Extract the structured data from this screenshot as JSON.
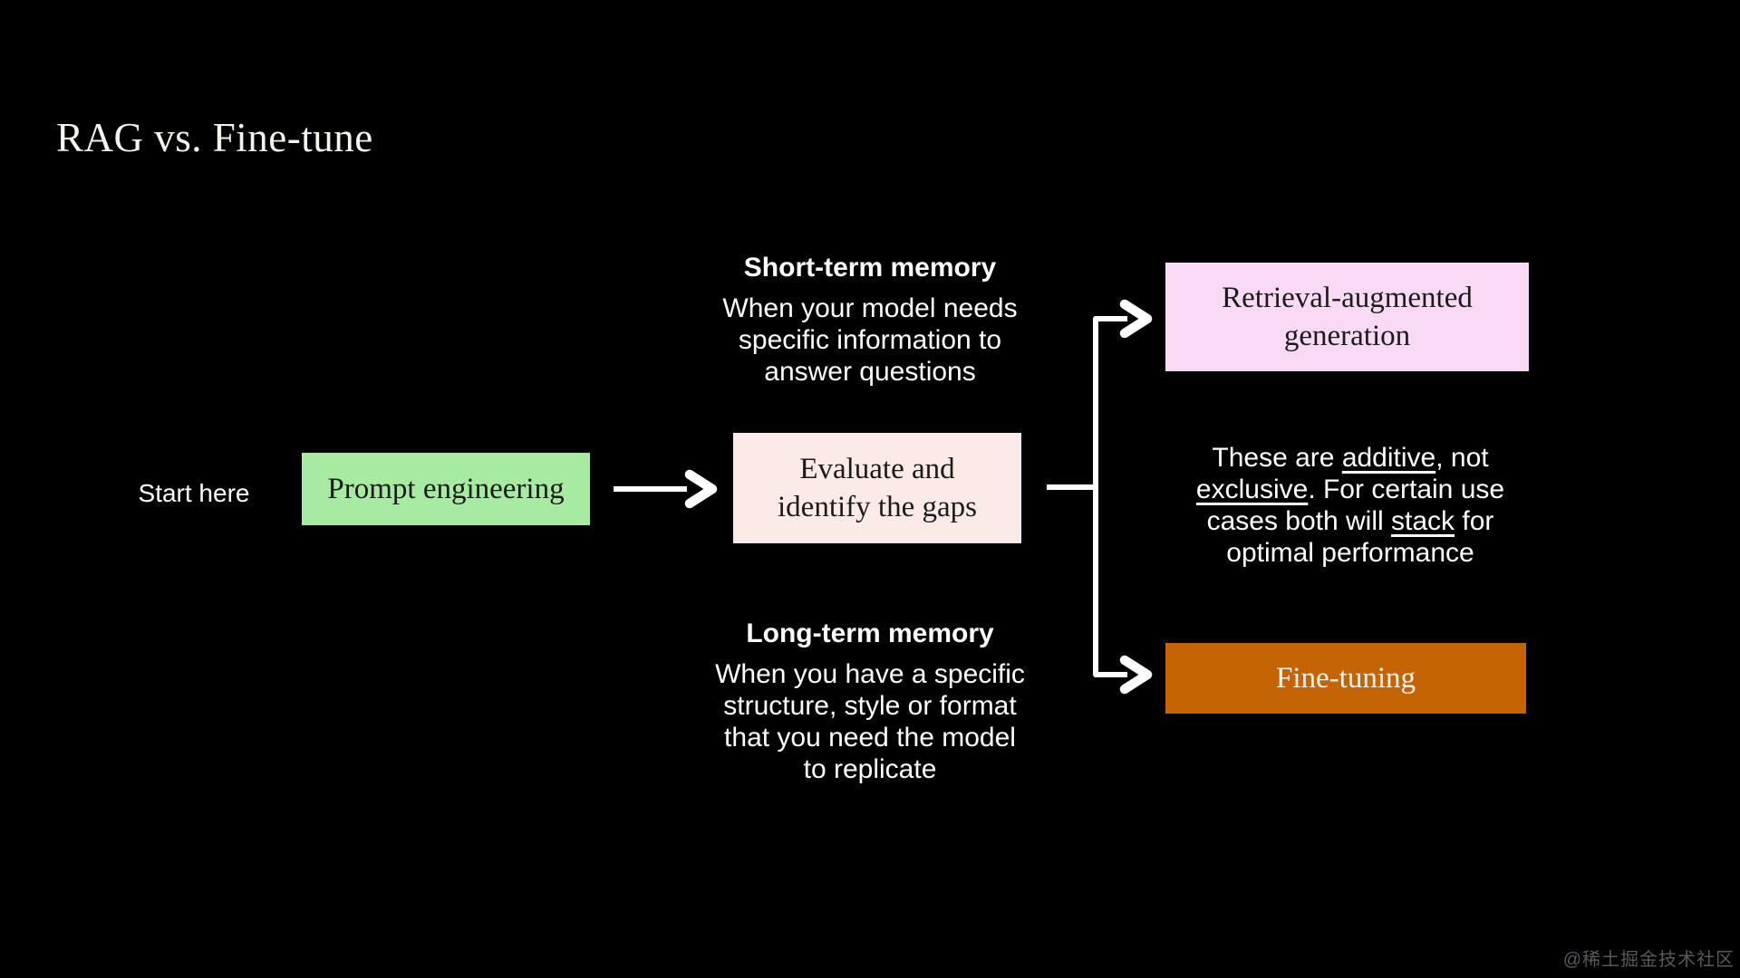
{
  "title": "RAG vs. Fine-tune",
  "start_label": "Start here",
  "colors": {
    "background": "#000000",
    "prompt_box": "#a7eba2",
    "evaluate_box": "#fbeae5",
    "rag_box": "#f8d9f6",
    "finetune_box": "#c46405",
    "box_text": "#1b1b1b",
    "finetune_text": "#fdf4e9",
    "arrow": "#ffffff",
    "watermark_text": "#565a5e"
  },
  "boxes": {
    "prompt": {
      "label": "Prompt engineering"
    },
    "evaluate": {
      "line1": "Evaluate and",
      "line2": "identify the gaps"
    },
    "rag": {
      "line1": "Retrieval-augmented",
      "line2": "generation"
    },
    "finetune": {
      "label": "Fine-tuning"
    }
  },
  "short_term": {
    "heading": "Short-term memory",
    "lines": [
      "When your model needs",
      "specific information to",
      "answer questions"
    ]
  },
  "long_term": {
    "heading": "Long-term memory",
    "lines": [
      "When you have a specific",
      "structure, style or format",
      "that you need the model",
      "to replicate"
    ]
  },
  "note": {
    "lines": [
      [
        {
          "t": "These are "
        },
        {
          "t": "additive",
          "u": true
        },
        {
          "t": ", not"
        }
      ],
      [
        {
          "t": "exclusive",
          "u": true
        },
        {
          "t": ". For certain use"
        }
      ],
      [
        {
          "t": "cases both will "
        },
        {
          "t": "stack",
          "u": true
        },
        {
          "t": " for"
        }
      ],
      [
        {
          "t": "optimal performance"
        }
      ]
    ]
  },
  "watermark": "@稀土掘金技术社区"
}
